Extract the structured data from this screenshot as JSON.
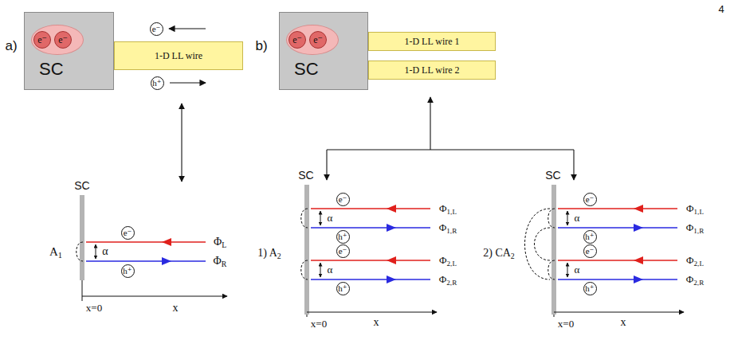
{
  "diagram": {
    "nodes": [
      {
        "text": [
          "SC"
        ]
      },
      {
        "text": [
          "e⁻"
        ],
        "in": 0
      },
      {
        "text": [
          "e⁻"
        ],
        "in": 0
      },
      {
        "text": [
          "1-D LL wire"
        ]
      },
      {
        "text": [
          "e⁻"
        ]
      },
      {
        "text": [
          "h⁺"
        ]
      },
      {
        "text": [
          "e⁻"
        ]
      },
      {
        "text": [
          "h⁺"
        ]
      },
      {
        "text": [
          "SC"
        ]
      },
      {
        "text": [
          "e⁻"
        ],
        "in": 8
      },
      {
        "text": [
          "e⁻"
        ],
        "in": 8
      },
      {
        "text": [
          "1-D LL wire 1"
        ]
      },
      {
        "text": [
          "1-D LL wire 2"
        ]
      },
      {
        "text": [
          "e⁻"
        ]
      },
      {
        "text": [
          "h⁺"
        ]
      },
      {
        "text": [
          "e⁻"
        ]
      },
      {
        "text": [
          "h⁺"
        ]
      },
      {
        "text": [
          "e⁻"
        ]
      },
      {
        "text": [
          "h⁺"
        ]
      },
      {
        "text": [
          "e⁻"
        ]
      },
      {
        "text": [
          "h⁺"
        ]
      }
    ],
    "labels": [
      "4",
      "a)",
      "SC",
      "A1",
      "α",
      "ΦL",
      "ΦR",
      "x=0",
      "x",
      "b)",
      "SC",
      "1) A2",
      "α",
      "α",
      "Φ1,L",
      "Φ1,R",
      "Φ2,L",
      "Φ2,R",
      "x=0",
      "x",
      "SC",
      "2) CA2",
      "α",
      "α",
      "Φ1,L",
      "Φ1,R",
      "Φ2,L",
      "Φ2,R",
      "x=0",
      "x"
    ]
  }
}
